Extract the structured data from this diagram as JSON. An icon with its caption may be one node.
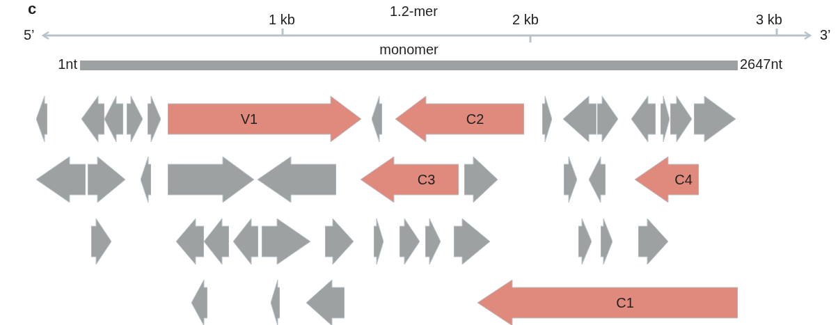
{
  "diagram": {
    "nodes": [
      {
        "text": [
          "monomer"
        ],
        "beside": [
          "1nt",
          "2647nt"
        ]
      },
      {
        "text": [],
        "shape": "arrow"
      },
      {
        "text": [],
        "shape": "arrow"
      },
      {
        "text": [],
        "shape": "arrow"
      },
      {
        "text": [],
        "shape": "arrow"
      },
      {
        "text": [],
        "shape": "arrow"
      },
      {
        "text": [
          "V1"
        ]
      },
      {
        "text": [],
        "shape": "arrow"
      },
      {
        "text": [
          "C2"
        ]
      },
      {
        "text": [],
        "shape": "arrow"
      },
      {
        "text": [],
        "shape": "arrow"
      },
      {
        "text": [],
        "shape": "arrow"
      },
      {
        "text": [],
        "shape": "arrow"
      },
      {
        "text": [],
        "shape": "arrow"
      },
      {
        "text": [],
        "shape": "arrow"
      },
      {
        "text": [],
        "shape": "arrow"
      },
      {
        "text": [],
        "shape": "arrow"
      },
      {
        "text": [],
        "shape": "arrow"
      },
      {
        "text": [],
        "shape": "arrow"
      },
      {
        "text": [],
        "shape": "arrow"
      },
      {
        "text": [],
        "shape": "arrow"
      },
      {
        "text": [
          "C3"
        ]
      },
      {
        "text": [],
        "shape": "arrow"
      },
      {
        "text": [],
        "shape": "arrow"
      },
      {
        "text": [],
        "shape": "arrow"
      },
      {
        "text": [
          "C4"
        ]
      },
      {
        "text": [],
        "shape": "arrow"
      },
      {
        "text": [],
        "shape": "arrow"
      },
      {
        "text": [],
        "shape": "arrow"
      },
      {
        "text": [],
        "shape": "arrow"
      },
      {
        "text": [],
        "shape": "arrow"
      },
      {
        "text": [],
        "shape": "arrow"
      },
      {
        "text": [],
        "shape": "arrow"
      },
      {
        "text": [],
        "shape": "arrow"
      },
      {
        "text": [],
        "shape": "arrow"
      },
      {
        "text": [],
        "shape": "arrow"
      },
      {
        "text": [],
        "shape": "arrow"
      },
      {
        "text": [],
        "shape": "arrow"
      },
      {
        "text": [],
        "shape": "arrow"
      },
      {
        "text": [],
        "shape": "arrow"
      },
      {
        "text": [],
        "shape": "arrow"
      },
      {
        "text": [],
        "shape": "arrow"
      },
      {
        "text": [
          "C1"
        ]
      }
    ],
    "labels": [
      "c",
      "1.2-mer",
      "1 kb",
      "2 kb",
      "3 kb",
      "5’",
      "3’"
    ]
  }
}
